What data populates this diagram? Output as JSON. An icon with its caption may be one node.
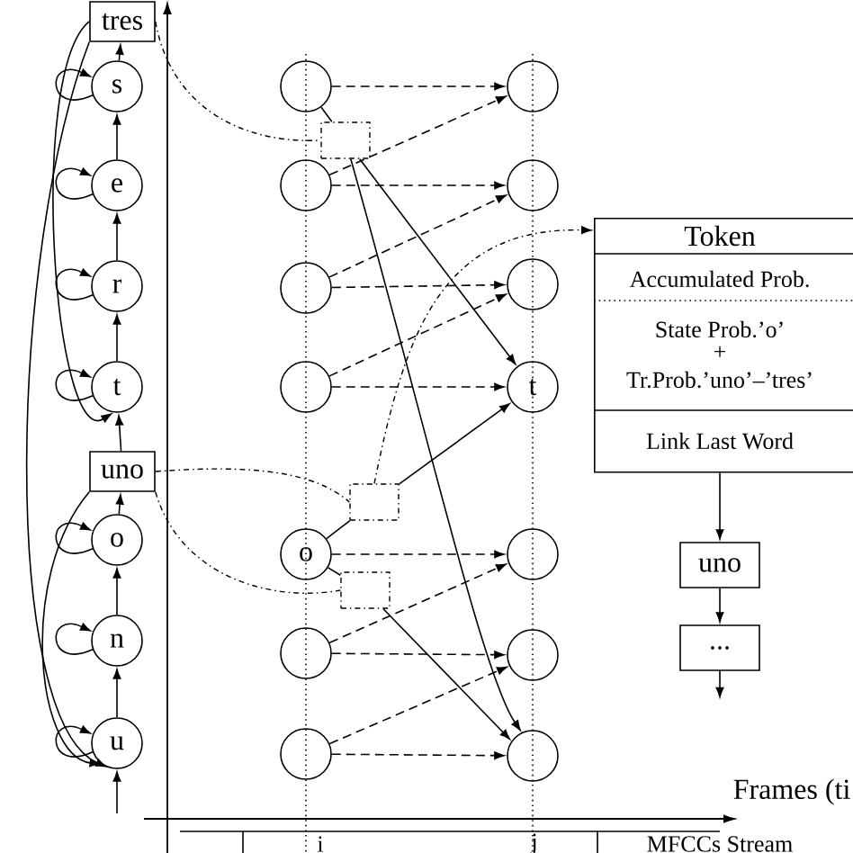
{
  "diagram": {
    "nodes": [
      {
        "text": [
          "tres"
        ]
      },
      {
        "text": [
          "s"
        ]
      },
      {
        "text": [
          "e"
        ]
      },
      {
        "text": [
          "r"
        ]
      },
      {
        "text": [
          "t"
        ]
      },
      {
        "text": [
          "uno"
        ]
      },
      {
        "text": [
          "o"
        ]
      },
      {
        "text": [
          "n"
        ]
      },
      {
        "text": [
          "u"
        ]
      },
      {
        "text": [],
        "shape": "circle"
      },
      {
        "text": [],
        "shape": "circle"
      },
      {
        "text": [],
        "shape": "circle"
      },
      {
        "text": [],
        "shape": "circle"
      },
      {
        "text": [
          "o"
        ]
      },
      {
        "text": [],
        "shape": "circle"
      },
      {
        "text": [],
        "shape": "circle"
      },
      {
        "text": [],
        "shape": "circle"
      },
      {
        "text": [],
        "shape": "circle"
      },
      {
        "text": [],
        "shape": "circle"
      },
      {
        "text": [
          "t"
        ]
      },
      {
        "text": [],
        "shape": "circle"
      },
      {
        "text": [],
        "shape": "circle"
      },
      {
        "text": [],
        "shape": "circle"
      },
      {
        "text": [],
        "shape": "box"
      },
      {
        "text": [],
        "shape": "box"
      },
      {
        "text": [],
        "shape": "box"
      },
      {
        "text": [
          "Token",
          "Accumulated Prob.",
          "State Prob.’o’",
          "+",
          "Tr.Prob.’uno’–’tres’",
          "Link Last Word"
        ]
      },
      {
        "text": [
          "uno"
        ]
      },
      {
        "text": [
          "..."
        ]
      }
    ],
    "edges": [
      {
        "from": 1,
        "to": 0,
        "arrow": "to"
      },
      {
        "from": 2,
        "to": 1,
        "arrow": "to"
      },
      {
        "from": 3,
        "to": 2,
        "arrow": "to"
      },
      {
        "from": 4,
        "to": 3,
        "arrow": "to"
      },
      {
        "from": 5,
        "to": 4,
        "arrow": "to"
      },
      {
        "from": 6,
        "to": 5,
        "arrow": "to"
      },
      {
        "from": 7,
        "to": 6,
        "arrow": "to"
      },
      {
        "from": 8,
        "to": 7,
        "arrow": "to"
      },
      {
        "from": null,
        "to": 8,
        "arrow": "to"
      },
      {
        "from": 1,
        "to": 1,
        "arrow": "to"
      },
      {
        "from": 2,
        "to": 2,
        "arrow": "to"
      },
      {
        "from": 3,
        "to": 3,
        "arrow": "to"
      },
      {
        "from": 4,
        "to": 4,
        "arrow": "to"
      },
      {
        "from": 6,
        "to": 6,
        "arrow": "to"
      },
      {
        "from": 7,
        "to": 7,
        "arrow": "to"
      },
      {
        "from": 8,
        "to": 8,
        "arrow": "to"
      },
      {
        "from": 0,
        "to": 4,
        "arrow": "to"
      },
      {
        "from": 0,
        "to": 8,
        "arrow": "to"
      },
      {
        "from": 5,
        "to": 8,
        "arrow": "to"
      },
      {
        "from": 9,
        "to": 16,
        "arrow": "to",
        "style": "dashed"
      },
      {
        "from": 10,
        "to": 17,
        "arrow": "to",
        "style": "dashed"
      },
      {
        "from": 11,
        "to": 18,
        "arrow": "to",
        "style": "dashed"
      },
      {
        "from": 12,
        "to": 19,
        "arrow": "to",
        "style": "dashed"
      },
      {
        "from": 13,
        "to": 20,
        "arrow": "to",
        "style": "dashed"
      },
      {
        "from": 14,
        "to": 21,
        "arrow": "to",
        "style": "dashed"
      },
      {
        "from": 15,
        "to": 22,
        "arrow": "to",
        "style": "dashed"
      },
      {
        "from": 10,
        "to": 16,
        "arrow": "to",
        "style": "dashed"
      },
      {
        "from": 11,
        "to": 17,
        "arrow": "to",
        "style": "dashed"
      },
      {
        "from": 12,
        "to": 18,
        "arrow": "to",
        "style": "dashed"
      },
      {
        "from": 14,
        "to": 20,
        "arrow": "to",
        "style": "dashed"
      },
      {
        "from": 15,
        "to": 21,
        "arrow": "to",
        "style": "dashed"
      },
      {
        "from": 9,
        "to": 23,
        "arrow": "none"
      },
      {
        "from": 23,
        "to": 19,
        "arrow": "to"
      },
      {
        "from": 23,
        "to": 22,
        "arrow": "to"
      },
      {
        "from": 13,
        "to": 24,
        "arrow": "none"
      },
      {
        "from": 24,
        "to": 19,
        "arrow": "to"
      },
      {
        "from": 13,
        "to": 25,
        "arrow": "none"
      },
      {
        "from": 25,
        "to": 22,
        "arrow": "to"
      },
      {
        "from": 0,
        "to": 23,
        "arrow": "none",
        "style": "dashed"
      },
      {
        "from": 5,
        "to": 24,
        "arrow": "none",
        "style": "dashed"
      },
      {
        "from": 5,
        "to": 25,
        "arrow": "none",
        "style": "dashed"
      },
      {
        "from": 24,
        "to": 26,
        "arrow": "to",
        "style": "dashed"
      },
      {
        "from": 26,
        "to": 27,
        "arrow": "to"
      },
      {
        "from": 27,
        "to": 28,
        "arrow": "to"
      },
      {
        "from": 28,
        "to": null,
        "arrow": "to"
      }
    ],
    "labels": [
      "Frames (ti",
      "i",
      "j",
      "MFCCs Stream"
    ]
  }
}
